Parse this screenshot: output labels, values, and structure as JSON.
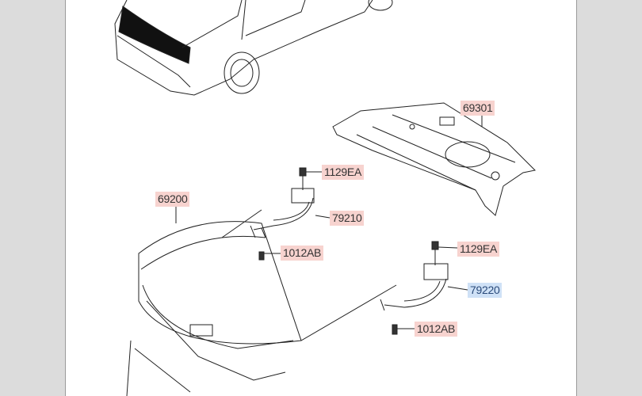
{
  "colors": {
    "part_label_bg": "#f7d3cf",
    "selected_label_bg": "#cfe1f6",
    "side_panel": "#dcdcdc"
  },
  "parts": [
    {
      "id": "p1",
      "code": "69301",
      "selected": false
    },
    {
      "id": "p2",
      "code": "1129EA",
      "selected": false
    },
    {
      "id": "p3",
      "code": "69200",
      "selected": false
    },
    {
      "id": "p4",
      "code": "79210",
      "selected": false
    },
    {
      "id": "p5",
      "code": "1012AB",
      "selected": false
    },
    {
      "id": "p6",
      "code": "1129EA",
      "selected": false
    },
    {
      "id": "p7",
      "code": "79220",
      "selected": true
    },
    {
      "id": "p8",
      "code": "1012AB",
      "selected": false
    }
  ]
}
